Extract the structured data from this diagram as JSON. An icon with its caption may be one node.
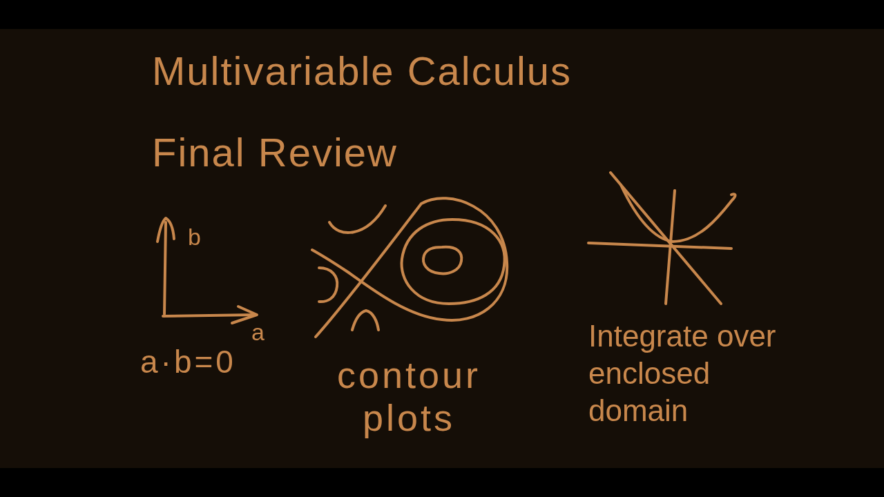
{
  "diagram": {
    "title": "Multivariable Calculus Final Review",
    "labels": [
      "b",
      "a",
      "a·b=0",
      "contour plots",
      "Integrate over enclosed domain"
    ]
  }
}
